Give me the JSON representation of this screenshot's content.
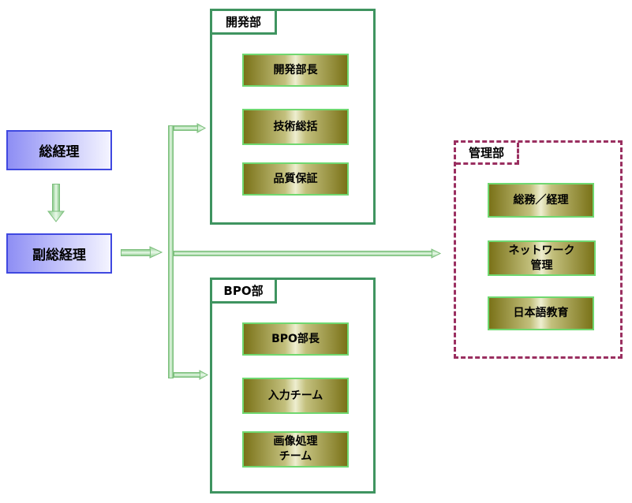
{
  "executives": {
    "gm": "総経理",
    "deputy_gm": "副総経理"
  },
  "departments": {
    "development": {
      "title": "開発部",
      "roles": [
        "開発部長",
        "技術総括",
        "品質保証"
      ]
    },
    "bpo": {
      "title": "BPO部",
      "roles": [
        "BPO部長",
        "入力チーム",
        "画像処理\nチーム"
      ]
    },
    "management": {
      "title": "管理部",
      "roles": [
        "総務／経理",
        "ネットワーク\n管理",
        "日本語教育"
      ]
    }
  },
  "colors": {
    "exec_border": "#3f48e0",
    "dept_border": "#3f9460",
    "mgmt_border": "#9a2f60",
    "role_border": "#6fd870",
    "role_fill": "#7a7218",
    "connector": "#8ccb8c"
  }
}
